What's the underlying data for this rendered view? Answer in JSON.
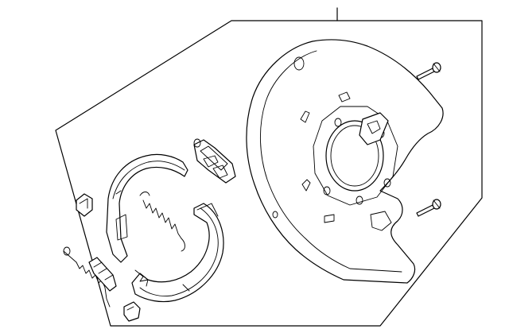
{
  "diagram": {
    "kind": "exploded-parts-illustration",
    "style": "black line art on white",
    "colors": {
      "line": "#000000",
      "background": "#ffffff"
    },
    "parts": [
      {
        "icon": "backing-plate-icon"
      },
      {
        "icon": "bolt-icon",
        "count": 2
      },
      {
        "icon": "brake-shoe-icon",
        "count": 2
      },
      {
        "icon": "adjuster-icon"
      },
      {
        "icon": "return-spring-icon",
        "count": 2
      },
      {
        "icon": "hold-down-spring-icon"
      },
      {
        "icon": "clip-icon",
        "count": 2
      },
      {
        "icon": "strut-icon"
      }
    ]
  }
}
